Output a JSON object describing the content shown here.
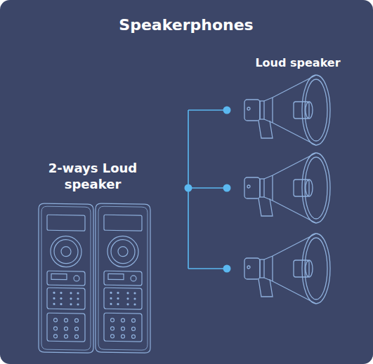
{
  "diagram": {
    "title": "Speakerphones",
    "labels": [
      "Loud speaker",
      "2-ways Loud speaker"
    ]
  }
}
